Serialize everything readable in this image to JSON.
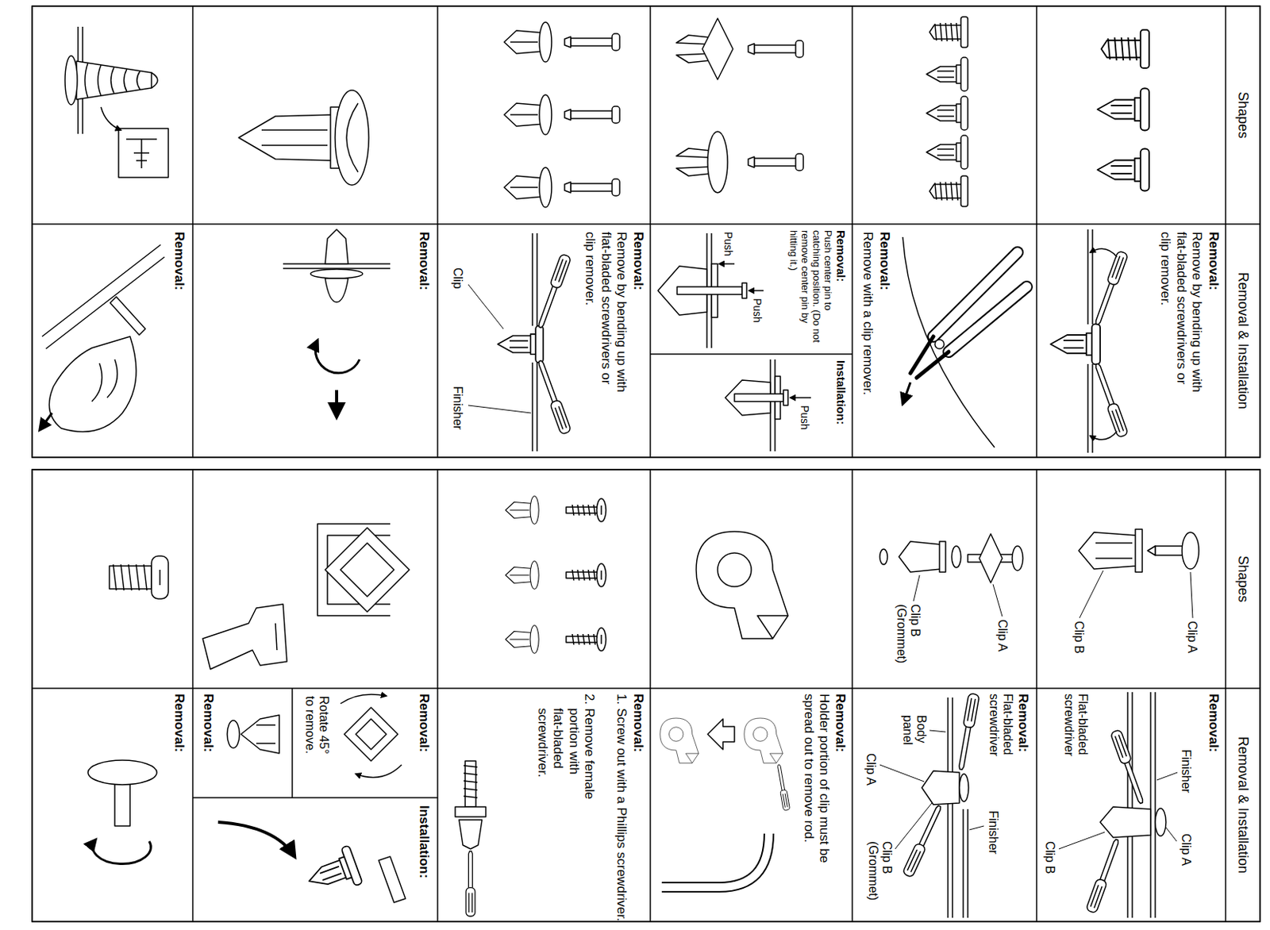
{
  "diagram": {
    "labels": [
      "Shapes",
      "Removal & Installation",
      "Removal:",
      "Remove by bending up with flat-bladed screwdrivers or clip remover.",
      "Removal:",
      "Remove with a clip remover.",
      "Removal:",
      "Push center pin to catching position. (Do not remove center pin by hitting it.)",
      "Push",
      "Push",
      "Installation:",
      "Push",
      "Removal:",
      "Remove by bending up with flat-bladed screwdrivers or clip remover.",
      "Clip",
      "Finisher",
      "Removal:",
      "Removal:",
      "Shapes",
      "Removal & Installation",
      "Clip A",
      "Clip B",
      "Removal:",
      "Flat-bladed screwdriver",
      "Finisher",
      "Clip A",
      "Clip B",
      "Clip A",
      "Clip B (Grommet)",
      "Removal:",
      "Flat-bladed screwdriver",
      "Finisher",
      "Body panel",
      "Clip A",
      "Clip B (Grommet)",
      "Removal:",
      "Holder portion of clip must be spread out to remove rod.",
      "Removal:",
      "1. Screw out with a Phillips screwdriver.",
      "2. Remove female portion with flat-bladed screwdriver.",
      "Removal:",
      "Rotate 45° to remove.",
      "Removal:",
      "Installation:",
      "Removal:"
    ]
  }
}
